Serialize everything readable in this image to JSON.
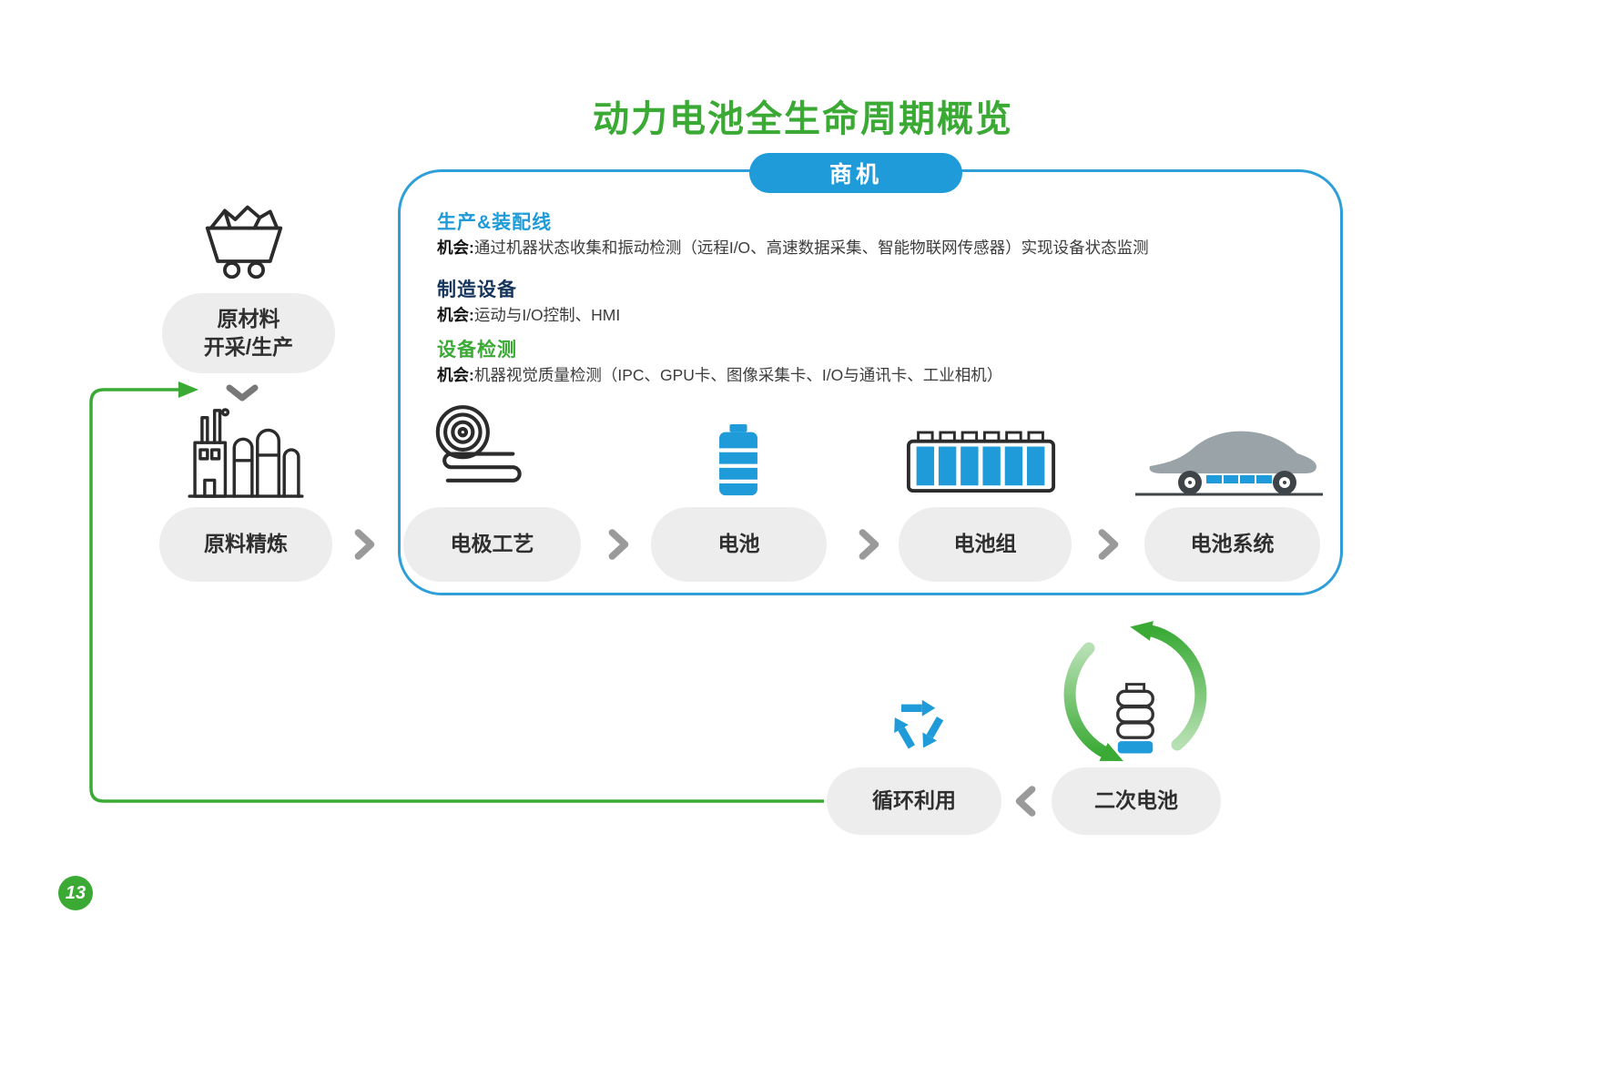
{
  "page": {
    "title": "动力电池全生命周期概览",
    "page_number": "13"
  },
  "badge": {
    "label": "商机"
  },
  "opportunities": [
    {
      "heading": "生产&装配线",
      "prefix": "机会:",
      "desc": "通过机器状态收集和振动检测（远程I/O、高速数据采集、智能物联网传感器）实现设备状态监测"
    },
    {
      "heading": "制造设备",
      "prefix": "机会:",
      "desc": "运动与I/O控制、HMI"
    },
    {
      "heading": "设备检测",
      "prefix": "机会:",
      "desc": "机器视觉质量检测（IPC、GPU卡、图像采集卡、I/O与通讯卡、工业相机）"
    }
  ],
  "stages": {
    "raw_material": {
      "line1": "原材料",
      "line2": "开采/生产"
    },
    "refining": "原料精炼",
    "electrode": "电极工艺",
    "cell": "电池",
    "pack": "电池组",
    "system": "电池系统"
  },
  "recycle": {
    "reuse": "循环利用",
    "secondary": "二次电池"
  },
  "colors": {
    "green": "#3aaa35",
    "blue": "#1e9bd8",
    "navy": "#16355c",
    "pill_gray": "#ededed",
    "chevron_gray": "#9a9a9a",
    "icon_dark": "#2b2b2b",
    "car_gray": "#9aa3a8"
  },
  "icons": [
    "mine-cart-icon",
    "refinery-icon",
    "electrode-coil-icon",
    "battery-icon",
    "battery-pack-icon",
    "ev-car-icon",
    "recycle-icon",
    "cycle-arrows-icon",
    "secondary-battery-icon",
    "flow-chevron-icon",
    "down-chevron-icon"
  ]
}
